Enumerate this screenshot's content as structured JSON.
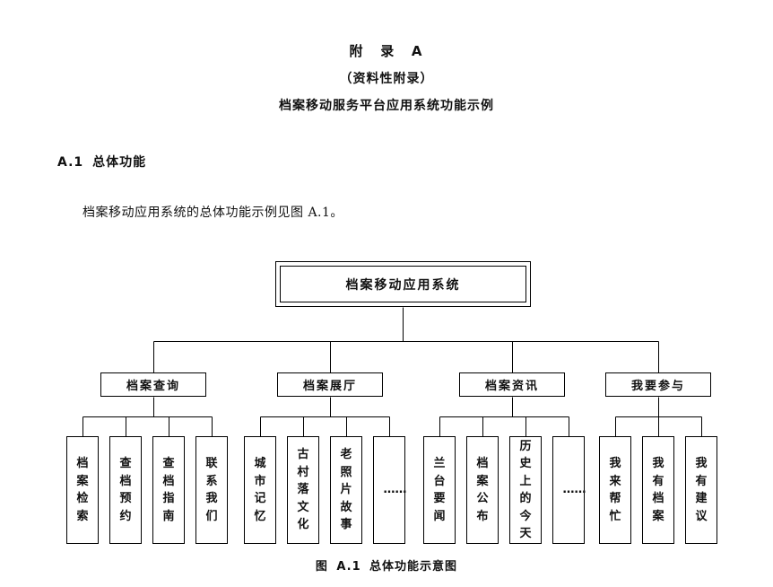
{
  "page": {
    "appendix_title": "附 录 A",
    "appendix_subtitle": "（资料性附录）",
    "appendix_heading": "档案移动服务平台应用系统功能示例",
    "section_number": "A.1",
    "section_title": "总体功能",
    "body_text": "档案移动应用系统的总体功能示例见图 A.1。",
    "figure_caption": "图 A.1 总体功能示意图"
  },
  "diagram": {
    "root": "档案移动应用系统",
    "groups": [
      {
        "label": "档案查询",
        "leaves": [
          "档案检索",
          "查档预约",
          "查档指南",
          "联系我们"
        ]
      },
      {
        "label": "档案展厅",
        "leaves": [
          "城市记忆",
          "古村落文化",
          "老照片故事",
          "……"
        ]
      },
      {
        "label": "档案资讯",
        "leaves": [
          "兰台要闻",
          "档案公布",
          "历史上的今天",
          "……"
        ]
      },
      {
        "label": "我要参与",
        "leaves": [
          "我来帮忙",
          "我有档案",
          "我有建议"
        ]
      }
    ]
  }
}
